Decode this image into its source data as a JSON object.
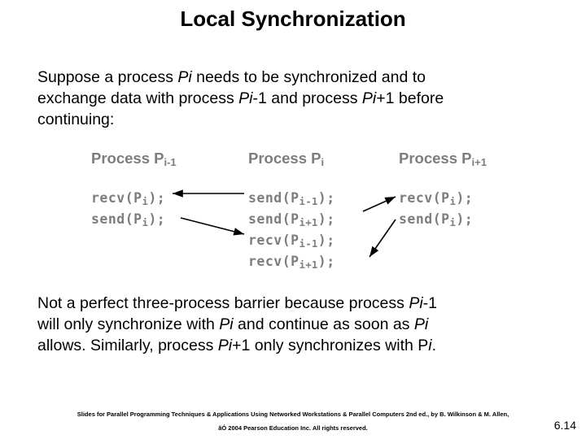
{
  "slide": {
    "title": "Local Synchronization",
    "intro_paragraph": {
      "line1_a": "Suppose a process ",
      "line1_it": "Pi",
      "line1_b": " needs to be synchronized and to",
      "line2_a": "exchange data with process ",
      "line2_it1": "Pi",
      "line2_b": "-1 and process ",
      "line2_it2": "Pi",
      "line2_c": "+1 before",
      "line3": "continuing:"
    },
    "figure": {
      "columns": [
        {
          "header_main": "Process P",
          "header_sub": "i-1",
          "lines": [
            {
              "text": "recv(P",
              "sub": "i",
              "tail": ");"
            },
            {
              "text": "send(P",
              "sub": "i",
              "tail": ");"
            }
          ]
        },
        {
          "header_main": "Process P",
          "header_sub": "i",
          "lines": [
            {
              "text": "send(P",
              "sub": "i-1",
              "tail": ");"
            },
            {
              "text": "send(P",
              "sub": "i+1",
              "tail": ");"
            },
            {
              "text": "recv(P",
              "sub": "i-1",
              "tail": ");"
            },
            {
              "text": "recv(P",
              "sub": "i+1",
              "tail": ");"
            }
          ]
        },
        {
          "header_main": "Process P",
          "header_sub": "i+1",
          "lines": [
            {
              "text": "recv(P",
              "sub": "i",
              "tail": ");"
            },
            {
              "text": "send(P",
              "sub": "i",
              "tail": ");"
            }
          ]
        }
      ],
      "arrow_color": "#000000"
    },
    "closing_paragraph": {
      "line1_a": "Not a perfect three-process barrier because process ",
      "line1_it": "Pi",
      "line1_b": "-1",
      "line2_a": "will only synchronize with ",
      "line2_it1": "Pi",
      "line2_b": " and continue as soon as ",
      "line2_it2": "Pi",
      "line3_a": "allows. Similarly, process ",
      "line3_it1": "Pi",
      "line3_b": "+1 only synchronizes with P",
      "line3_it2": "i",
      "line3_c": "."
    },
    "footer": {
      "credit_line": "Slides for Parallel Programming Techniques & Applications Using Networked Workstations & Parallel Computers 2nd ed., by B. Wilkinson & M. Allen,",
      "copyright_line": "ãÓ 2004 Pearson Education Inc. All rights reserved.",
      "page_number": "6.14"
    }
  }
}
